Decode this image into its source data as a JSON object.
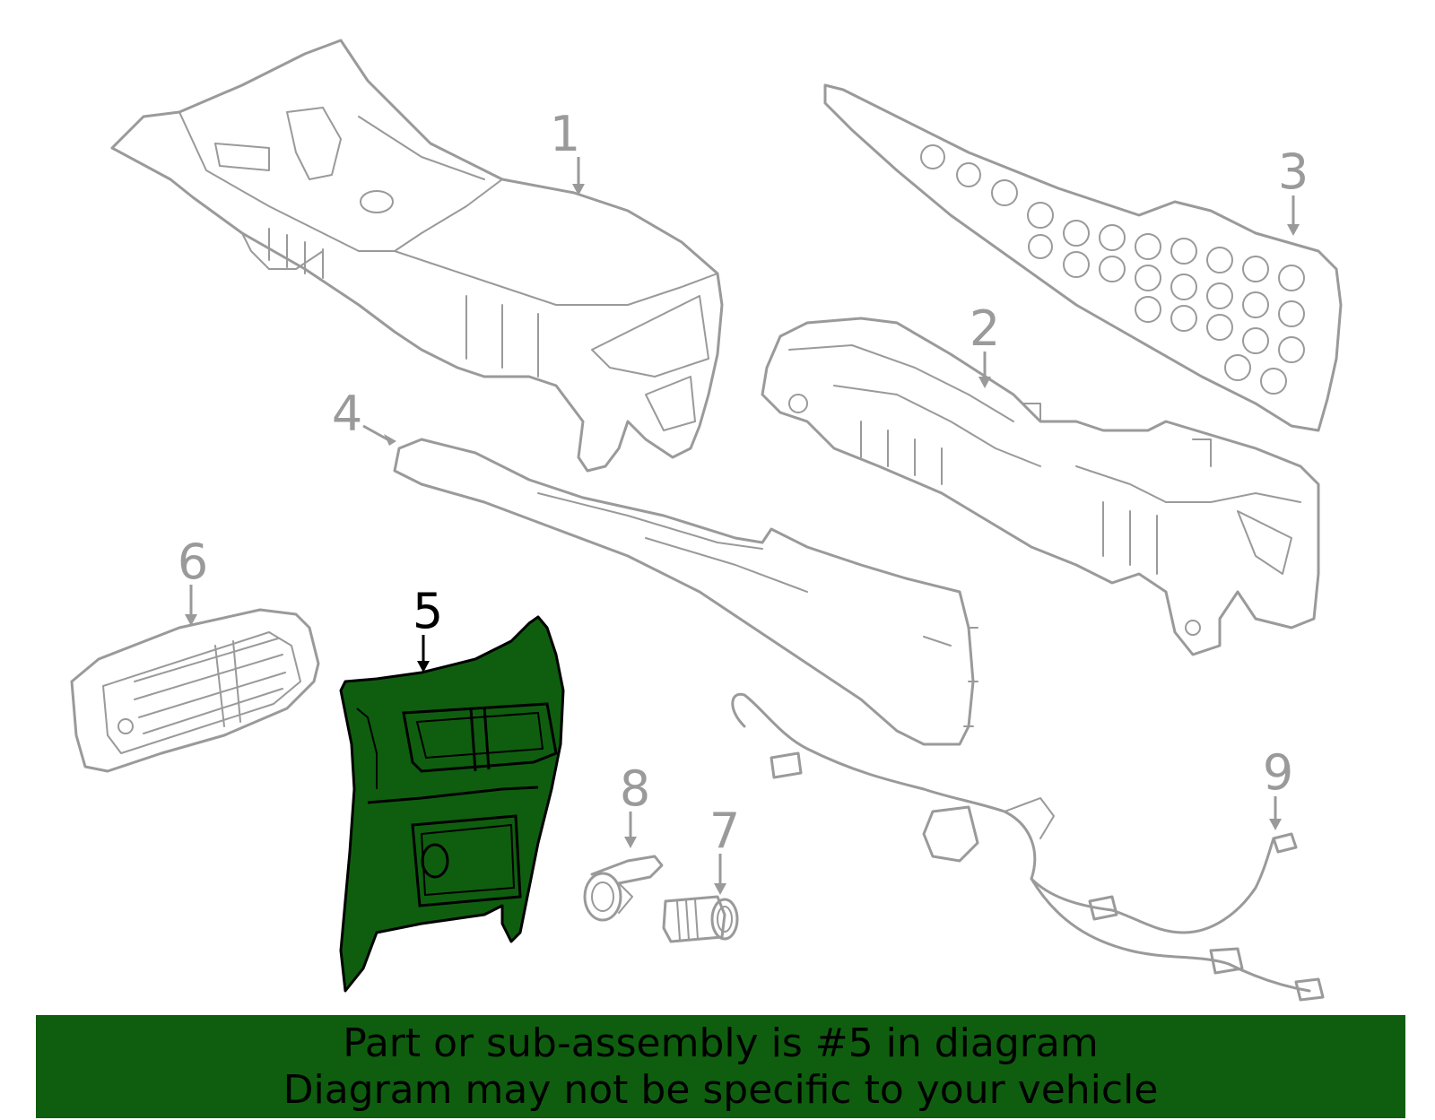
{
  "callouts": [
    {
      "id": "1",
      "label": "1",
      "highlighted": false
    },
    {
      "id": "2",
      "label": "2",
      "highlighted": false
    },
    {
      "id": "3",
      "label": "3",
      "highlighted": false
    },
    {
      "id": "4",
      "label": "4",
      "highlighted": false
    },
    {
      "id": "5",
      "label": "5",
      "highlighted": true
    },
    {
      "id": "6",
      "label": "6",
      "highlighted": false
    },
    {
      "id": "7",
      "label": "7",
      "highlighted": false
    },
    {
      "id": "8",
      "label": "8",
      "highlighted": false
    },
    {
      "id": "9",
      "label": "9",
      "highlighted": false
    }
  ],
  "colors": {
    "highlight_fill": "#0f5e0f",
    "part_stroke": "#9a9a9a",
    "banner_background": "#0f5e0f",
    "banner_text": "#000000"
  },
  "banner": {
    "line1": "Part or sub-assembly is #5 in diagram",
    "line2": "Diagram may not be specific to your vehicle"
  }
}
